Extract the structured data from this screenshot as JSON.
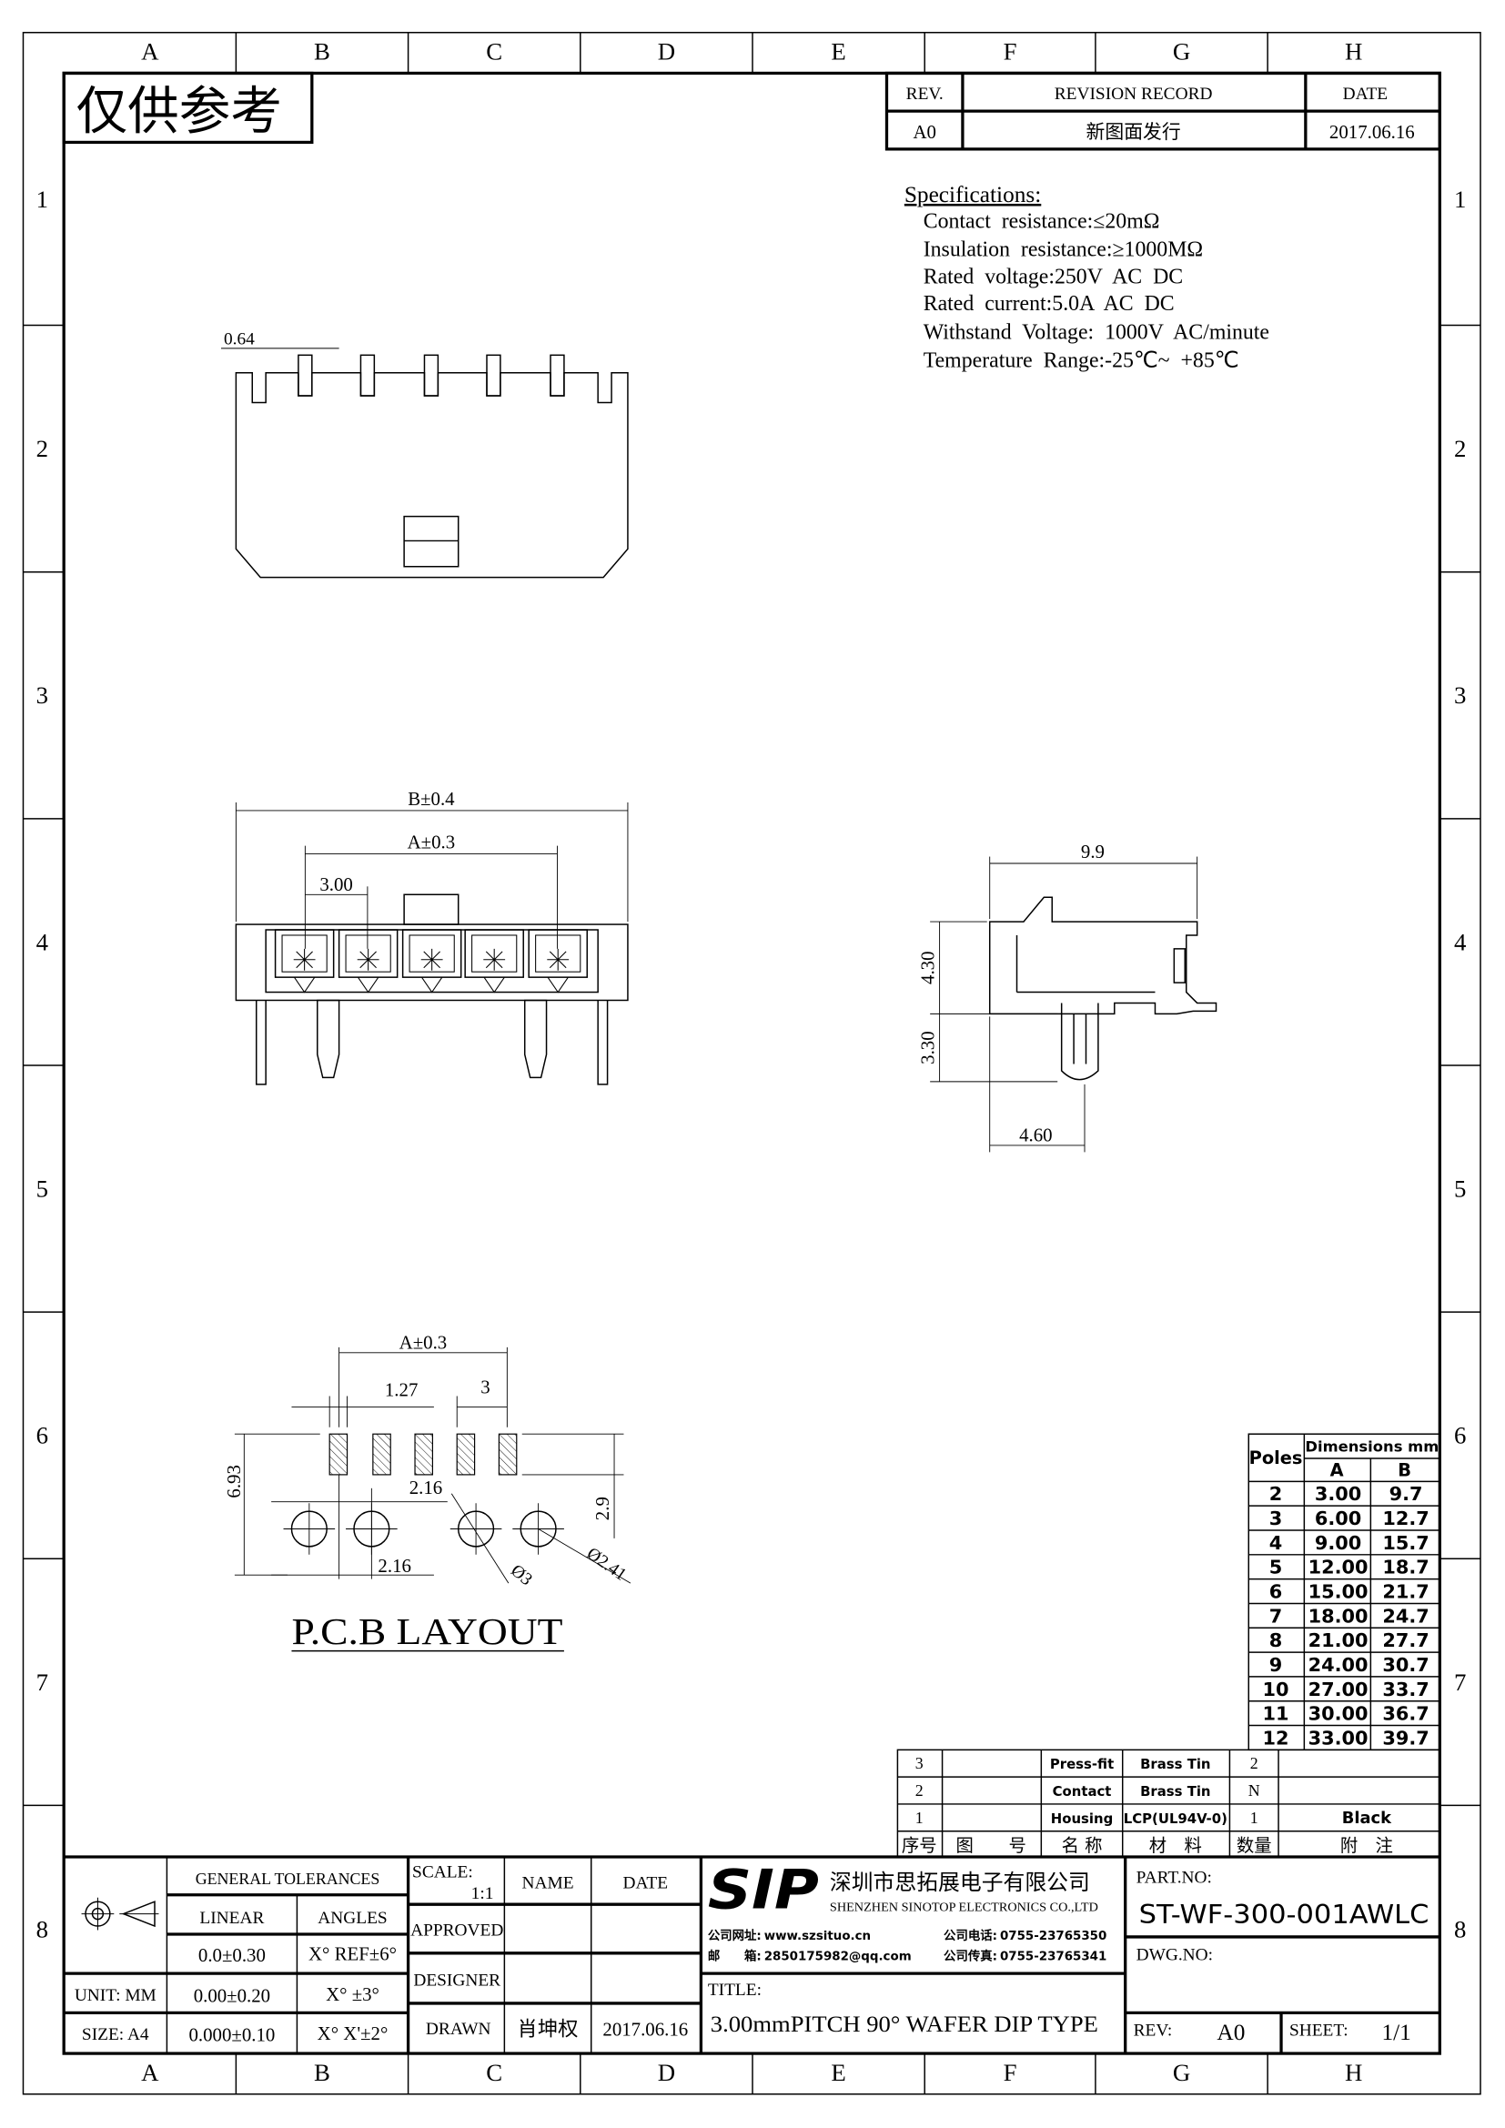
{
  "watermark": "仅供参考",
  "grid": {
    "columns": [
      "A",
      "B",
      "C",
      "D",
      "E",
      "F",
      "G",
      "H"
    ],
    "rows": [
      "1",
      "2",
      "3",
      "4",
      "5",
      "6",
      "7",
      "8"
    ]
  },
  "revision": {
    "headers": {
      "rev": "REV.",
      "record": "REVISION RECORD",
      "date": "DATE"
    },
    "entry": {
      "rev": "A0",
      "record": "新图面发行",
      "date": "2017.06.16"
    }
  },
  "specs": {
    "title": "Specifications:",
    "lines": [
      "Contact  resistance:≤20mΩ",
      "Insulation  resistance:≥1000MΩ",
      "Rated  voltage:250V  AC  DC",
      "Rated  current:5.0A  AC  DC",
      "Withstand  Voltage:  1000V  AC/minute",
      "Temperature  Range:-25℃~  +85℃"
    ]
  },
  "dims": {
    "pin_width": "0.64",
    "b_tol": "B±0.4",
    "a_tol": "A±0.3",
    "pitch": "3.00",
    "side_depth": "9.9",
    "side_height": "4.30",
    "side_pin": "3.30",
    "side_offset": "4.60"
  },
  "pcb": {
    "a_tol": "A±0.3",
    "pad_width": "1.27",
    "pitch": "3",
    "row_offset": "6.93",
    "pad_length": "2.9",
    "hole_spacing_top": "2.16",
    "hole_spacing_bottom": "2.16",
    "hole_dia_large": "Ø3",
    "hole_dia_small": "Ø2.41",
    "title": "P.C.B LAYOUT"
  },
  "poles_table": {
    "poles_header": "Poles",
    "dims_header": "Dimensions mm",
    "col_a": "A",
    "col_b": "B",
    "rows": [
      [
        "2",
        "3.00",
        "9.7"
      ],
      [
        "3",
        "6.00",
        "12.7"
      ],
      [
        "4",
        "9.00",
        "15.7"
      ],
      [
        "5",
        "12.00",
        "18.7"
      ],
      [
        "6",
        "15.00",
        "21.7"
      ],
      [
        "7",
        "18.00",
        "24.7"
      ],
      [
        "8",
        "21.00",
        "27.7"
      ],
      [
        "9",
        "24.00",
        "30.7"
      ],
      [
        "10",
        "27.00",
        "33.7"
      ],
      [
        "11",
        "30.00",
        "36.7"
      ],
      [
        "12",
        "33.00",
        "39.7"
      ]
    ]
  },
  "bom": {
    "rows": [
      [
        "3",
        "",
        "Press-fit",
        "Brass Tin",
        "2",
        ""
      ],
      [
        "2",
        "",
        "Contact",
        "Brass Tin",
        "N",
        ""
      ],
      [
        "1",
        "",
        "Housing",
        "LCP(UL94V-0)",
        "1",
        "Black"
      ]
    ],
    "headers": [
      "序号",
      "图　　号",
      "名 称",
      "材　料",
      "数量",
      "附　注"
    ]
  },
  "title_block": {
    "general_tolerances": "GENERAL TOLERANCES",
    "linear": "LINEAR",
    "angles": "ANGLES",
    "lin1": "0.0±0.30",
    "ang1": "X° REF±6°",
    "unit": "UNIT: MM",
    "lin2": "0.00±0.20",
    "ang2": "X° ±3°",
    "size": "SIZE: A4",
    "lin3": "0.000±0.10",
    "ang3": "X° X'±2°",
    "scale_label": "SCALE:",
    "scale_value": "1:1",
    "name": "NAME",
    "date": "DATE",
    "approved": "APPROVED",
    "designer": "DESIGNER",
    "drawn": "DRAWN",
    "drawn_name": "肖坤权",
    "drawn_date": "2017.06.16",
    "logo_text": "SIP",
    "company_cn": "深圳市思拓展电子有限公司",
    "company_en": "SHENZHEN SINOTOP ELECTRONICS CO.,LTD",
    "web_label": "公司网址:",
    "web": "www.szsituo.cn",
    "phone_label": "公司电话:",
    "phone": "0755-23765350",
    "email_label": "邮　　箱:",
    "email": "2850175982@qq.com",
    "fax_label": "公司传真:",
    "fax": "0755-23765341",
    "title_label": "TITLE:",
    "title": "3.00mmPITCH 90° WAFER DIP TYPE",
    "part_no_label": "PART.NO:",
    "part_no": "ST-WF-300-001AWLC",
    "dwg_no_label": "DWG.NO:",
    "rev_label": "REV:",
    "rev": "A0",
    "sheet_label": "SHEET:",
    "sheet": "1/1",
    "logo_color": "#2a8fe3"
  }
}
